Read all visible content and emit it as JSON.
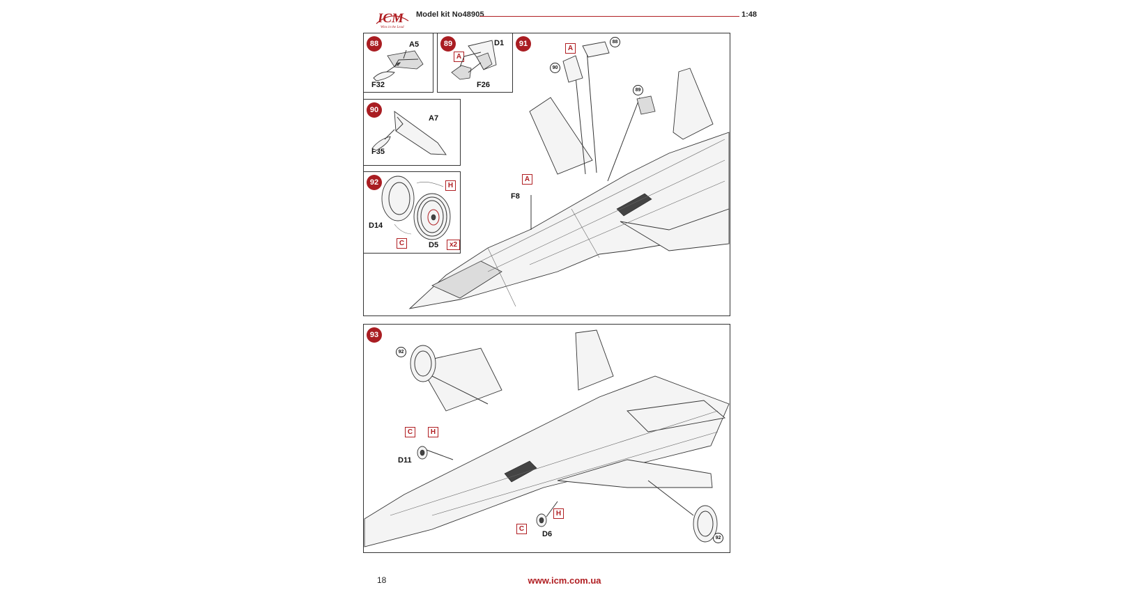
{
  "header": {
    "logo_text": "ICM",
    "logo_tagline": "Wins in the Lead",
    "kit_title": "Model kit No48905",
    "scale": "1:48",
    "accent_color": "#b01e22"
  },
  "steps": {
    "s88": {
      "number": "88",
      "parts": [
        "A5",
        "F32"
      ]
    },
    "s89": {
      "number": "89",
      "parts": [
        "D1",
        "F26"
      ],
      "color_code": "A"
    },
    "s90": {
      "number": "90",
      "parts": [
        "A7",
        "F35"
      ]
    },
    "s91": {
      "number": "91",
      "parts": [
        "F8"
      ],
      "color_codes": [
        "A",
        "A"
      ],
      "refs": [
        "88",
        "90",
        "89"
      ]
    },
    "s92": {
      "number": "92",
      "parts": [
        "D14",
        "D5"
      ],
      "color_codes": [
        "H",
        "C"
      ],
      "quantity": "x2"
    },
    "s93": {
      "number": "93",
      "parts": [
        "D11",
        "D6"
      ],
      "color_codes": [
        "C",
        "H",
        "H",
        "C"
      ],
      "refs": [
        "92",
        "92"
      ]
    }
  },
  "footer": {
    "page_number": "18",
    "url": "www.icm.com.ua"
  }
}
